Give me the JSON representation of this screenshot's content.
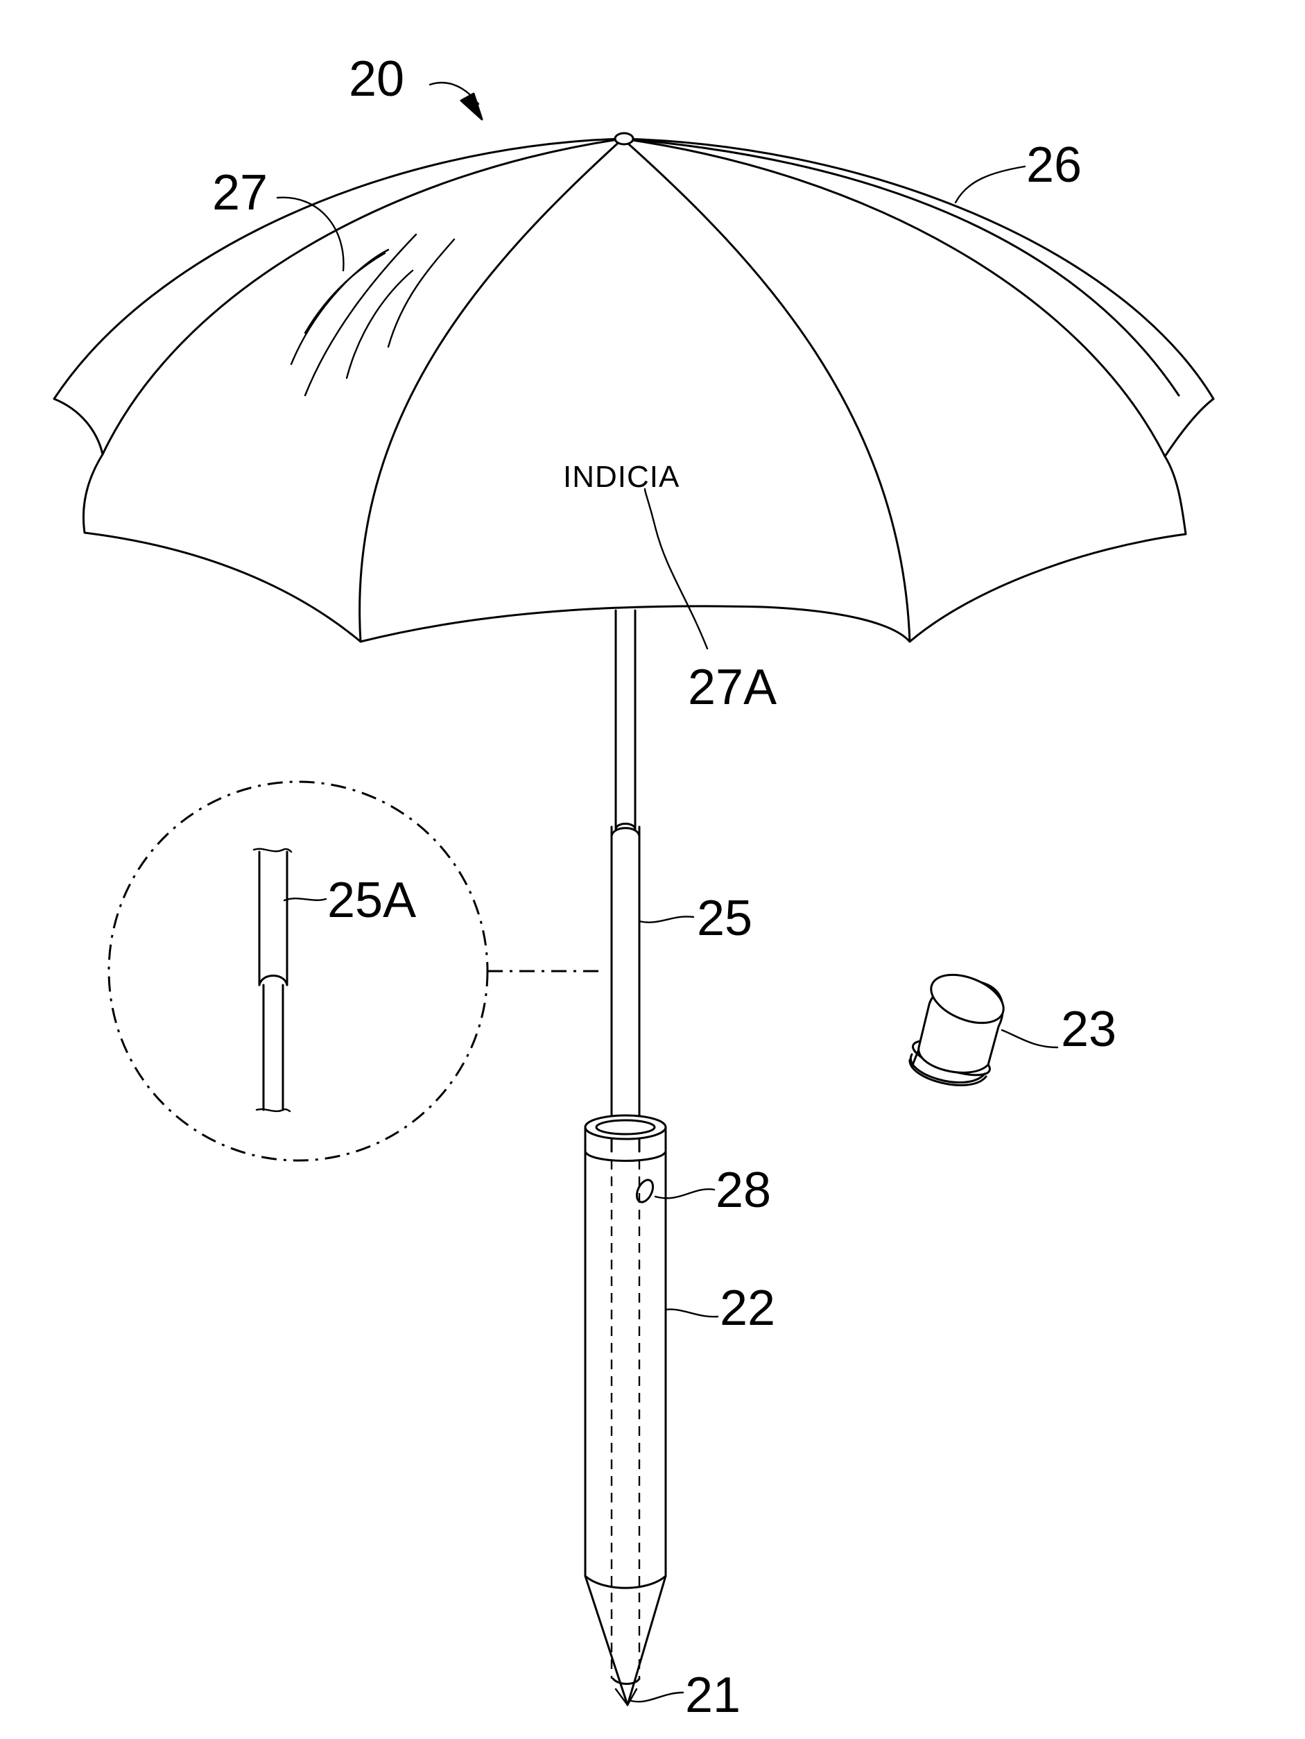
{
  "labels": {
    "assembly": "20",
    "canopy": "26",
    "graphic": "27",
    "indicia_ref": "27A",
    "detail": "25A",
    "pole": "25",
    "cap": "23",
    "hole": "28",
    "sleeve": "22",
    "tip": "21"
  },
  "indicia_text": "INDICIA"
}
